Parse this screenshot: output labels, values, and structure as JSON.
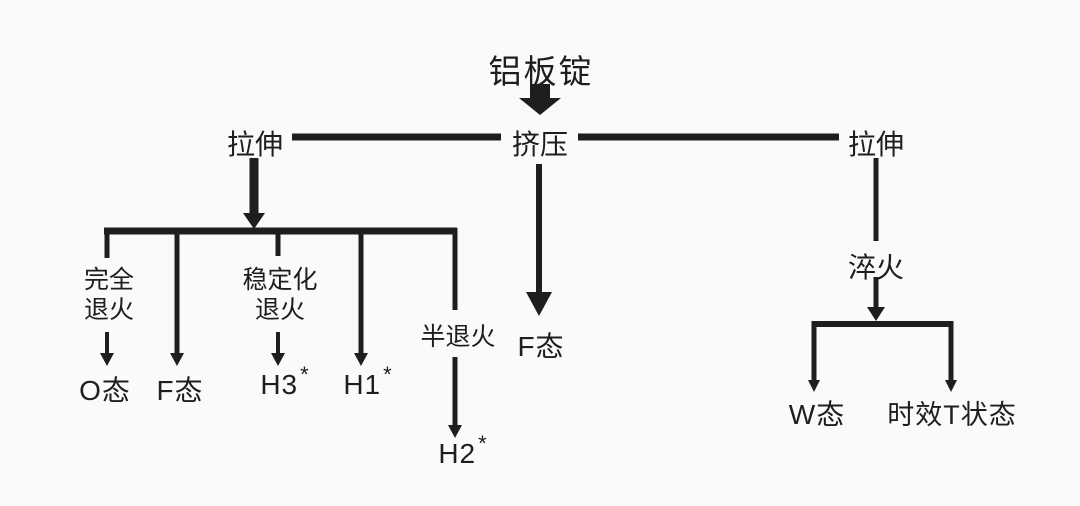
{
  "colors": {
    "ink": "#1e1e1e",
    "background": "#fafafa"
  },
  "flowchart": {
    "root": "铝板锭",
    "top_row": {
      "stretch_left": "拉伸",
      "extrusion": "挤压",
      "stretch_right": "拉伸"
    },
    "left_branch": {
      "full_anneal": {
        "line1": "完全",
        "line2": "退火"
      },
      "stabilized_anneal": {
        "line1": "稳定化",
        "line2": "退火"
      },
      "half_anneal": "半退火",
      "o_temper": "O态",
      "f_temper": "F态",
      "h3_temper": "H3",
      "h1_temper": "H1",
      "h2_temper": "H2",
      "asterisk": "*"
    },
    "center_branch": {
      "f_temper": "F态"
    },
    "right_branch": {
      "quench": "淬火",
      "w_temper": "W态",
      "aged_t_temper": "时效T状态"
    }
  }
}
